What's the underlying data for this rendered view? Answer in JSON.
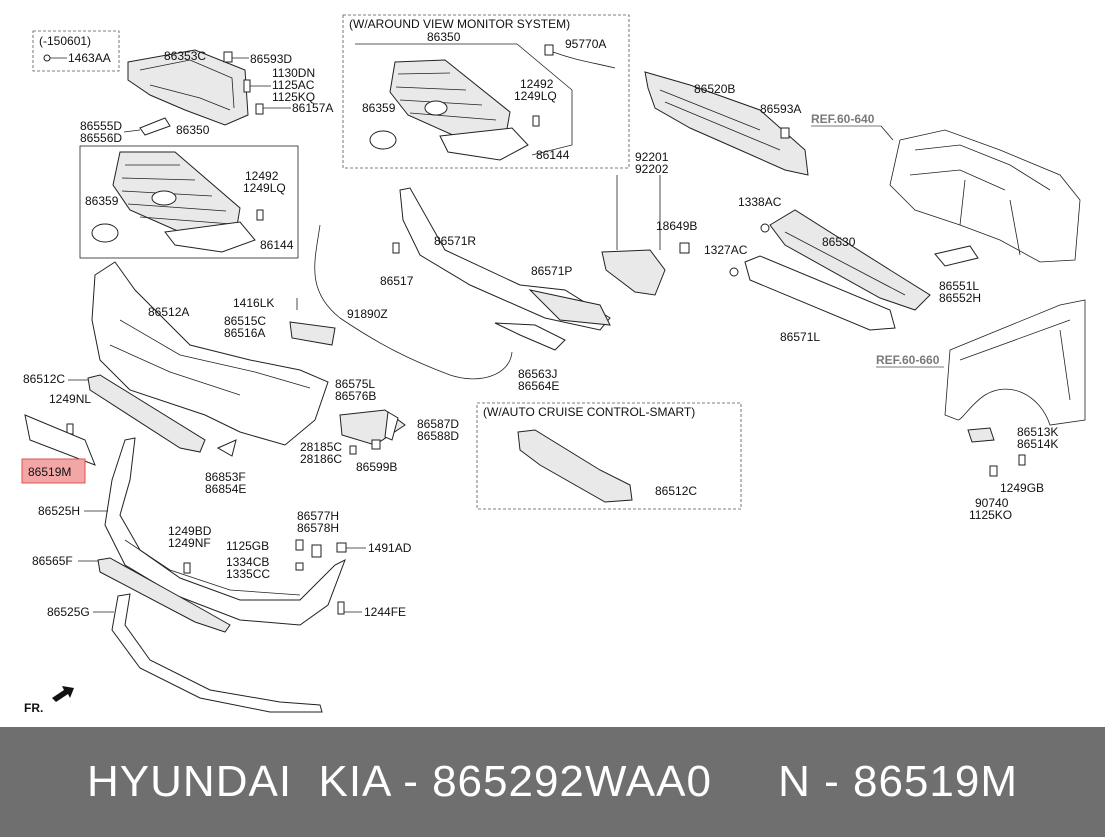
{
  "labels": {
    "l150601": "(-150601)",
    "l1463AA": "1463AA",
    "l86353C": "86353C",
    "l86593D": "86593D",
    "l1130DN": "1130DN",
    "l1125AC": "1125AC",
    "l1125KQ": "1125KQ",
    "l86157A": "86157A",
    "l86555D": "86555D",
    "l86556D": "86556D",
    "l86350a": "86350",
    "l12492a": "12492",
    "l1249LQa": "1249LQ",
    "l86359a": "86359",
    "l86144a": "86144",
    "lavm": "(W/AROUND VIEW MONITOR SYSTEM)",
    "l86350b": "86350",
    "l95770A": "95770A",
    "l12492b": "12492",
    "l1249LQb": "1249LQ",
    "l86359b": "86359",
    "l86144b": "86144",
    "l86520B": "86520B",
    "l86593A": "86593A",
    "lref640": "REF.60-640",
    "l92201": "92201",
    "l92202": "92202",
    "l18649B": "18649B",
    "l1338AC": "1338AC",
    "l1327AC": "1327AC",
    "l86530": "86530",
    "l86551L": "86551L",
    "l86552H": "86552H",
    "l86571L": "86571L",
    "lref660": "REF.60-660",
    "l86571R": "86571R",
    "l86517": "86517",
    "l86571P": "86571P",
    "l1416LK": "1416LK",
    "l86515C": "86515C",
    "l86516A": "86516A",
    "l91890Z": "91890Z",
    "l86512A": "86512A",
    "l86563J": "86563J",
    "l86564E": "86564E",
    "l86512Ca": "86512C",
    "l86575L": "86575L",
    "l86576B": "86576B",
    "l86587D": "86587D",
    "l86588D": "86588D",
    "l28185C": "28185C",
    "l28186C": "28186C",
    "l86599B": "86599B",
    "l1249NL": "1249NL",
    "l86519M": "86519M",
    "l86853F": "86853F",
    "l86854E": "86854E",
    "lacc": "(W/AUTO CRUISE CONTROL-SMART)",
    "l86512Cb": "86512C",
    "l86513K": "86513K",
    "l86514K": "86514K",
    "l1249GB": "1249GB",
    "l90740": "90740",
    "l1125KO": "1125KO",
    "l86525H": "86525H",
    "l1249BD": "1249BD",
    "l1249NF": "1249NF",
    "l86577H": "86577H",
    "l86578H": "86578H",
    "l1125GB": "1125GB",
    "l1491AD": "1491AD",
    "l1334CB": "1334CB",
    "l1335CC": "1335CC",
    "l86565F": "86565F",
    "l1244FE": "1244FE",
    "l86525G": "86525G",
    "lfr": "FR."
  },
  "highlight_color": "#f2a6a6",
  "highlight_border": "#e05050",
  "footer": "HYUNDAI  KIA - 865292WAA0     N - 86519M"
}
